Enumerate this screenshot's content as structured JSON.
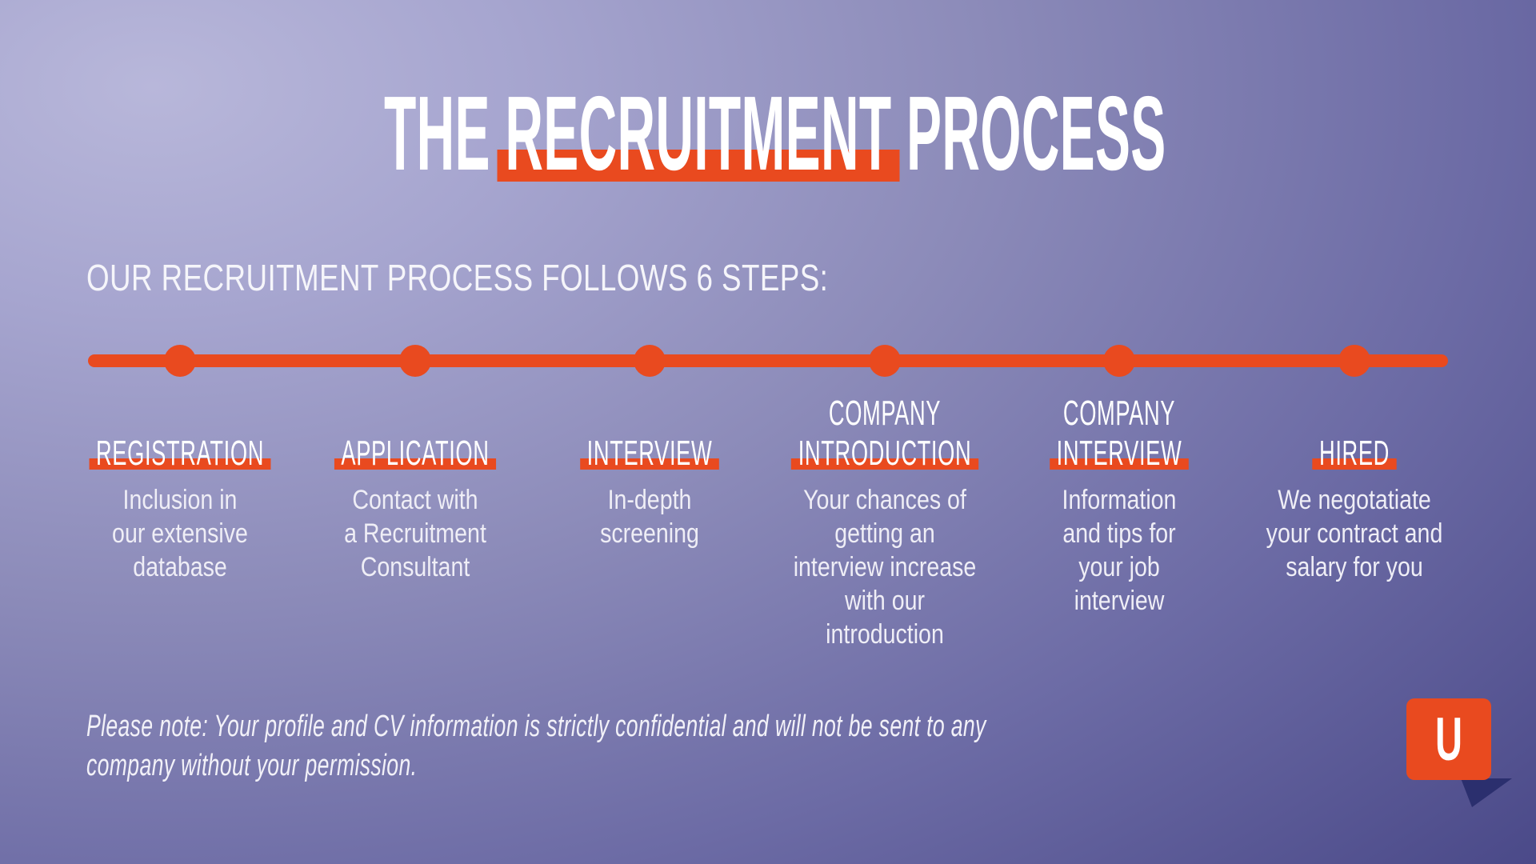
{
  "title": {
    "pre": "THE ",
    "highlight": "RECRUITMENT",
    "post": " PROCESS"
  },
  "subtitle": "OUR RECRUITMENT PROCESS FOLLOWS 6 STEPS:",
  "steps": [
    {
      "label_top": "",
      "label": "REGISTRATION",
      "description": "Inclusion in\nour extensive\ndatabase"
    },
    {
      "label_top": "",
      "label": "APPLICATION",
      "description": "Contact with\na Recruitment\nConsultant"
    },
    {
      "label_top": "",
      "label": "INTERVIEW",
      "description": "In-depth\nscreening"
    },
    {
      "label_top": "COMPANY",
      "label": "INTRODUCTION",
      "description": "Your chances of\ngetting an\ninterview increase\nwith our\nintroduction"
    },
    {
      "label_top": "COMPANY",
      "label": "INTERVIEW",
      "description": "Information\nand tips for\nyour job\ninterview"
    },
    {
      "label_top": "",
      "label": "HIRED",
      "description": "We negotatiate\nyour contract and\nsalary for you"
    }
  ],
  "note": "Please note: Your profile and CV information is strictly confidential and will not be sent to any\ncompany without your permission.",
  "logo": {
    "letter": "U"
  },
  "colors": {
    "accent_orange": "#E94A1F",
    "background_light": "#B8B7DA",
    "background_dark": "#383875",
    "logo_tail_navy": "#2B2F6E",
    "text_white": "#FFFFFF"
  }
}
